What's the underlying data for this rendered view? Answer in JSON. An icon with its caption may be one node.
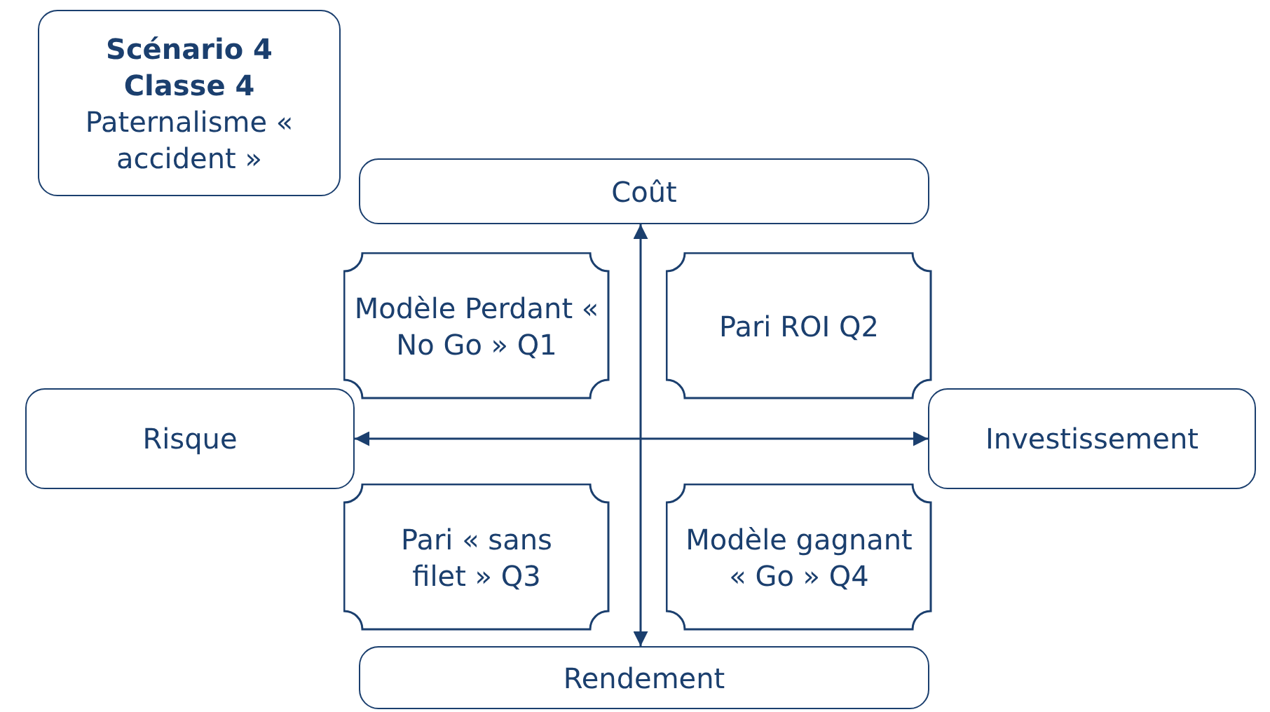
{
  "diagram": {
    "nodes": [
      {
        "text": [
          "Scénario 4 Classe 4",
          "Paternalisme « accident »"
        ]
      },
      {
        "text": [
          "Coût"
        ]
      },
      {
        "text": [
          "Modèle Perdant « No Go » Q1"
        ]
      },
      {
        "text": [
          "Pari ROI Q2"
        ]
      },
      {
        "text": [
          "Risque"
        ]
      },
      {
        "text": [
          "Investissement"
        ]
      },
      {
        "text": [
          "Pari « sans filet » Q3"
        ]
      },
      {
        "text": [
          "Modèle gagnant « Go » Q4"
        ]
      },
      {
        "text": [
          "Rendement"
        ]
      }
    ],
    "edges": [
      {
        "from": 1,
        "to": 8,
        "arrow": "both"
      },
      {
        "from": 4,
        "to": 5,
        "arrow": "both"
      }
    ]
  }
}
